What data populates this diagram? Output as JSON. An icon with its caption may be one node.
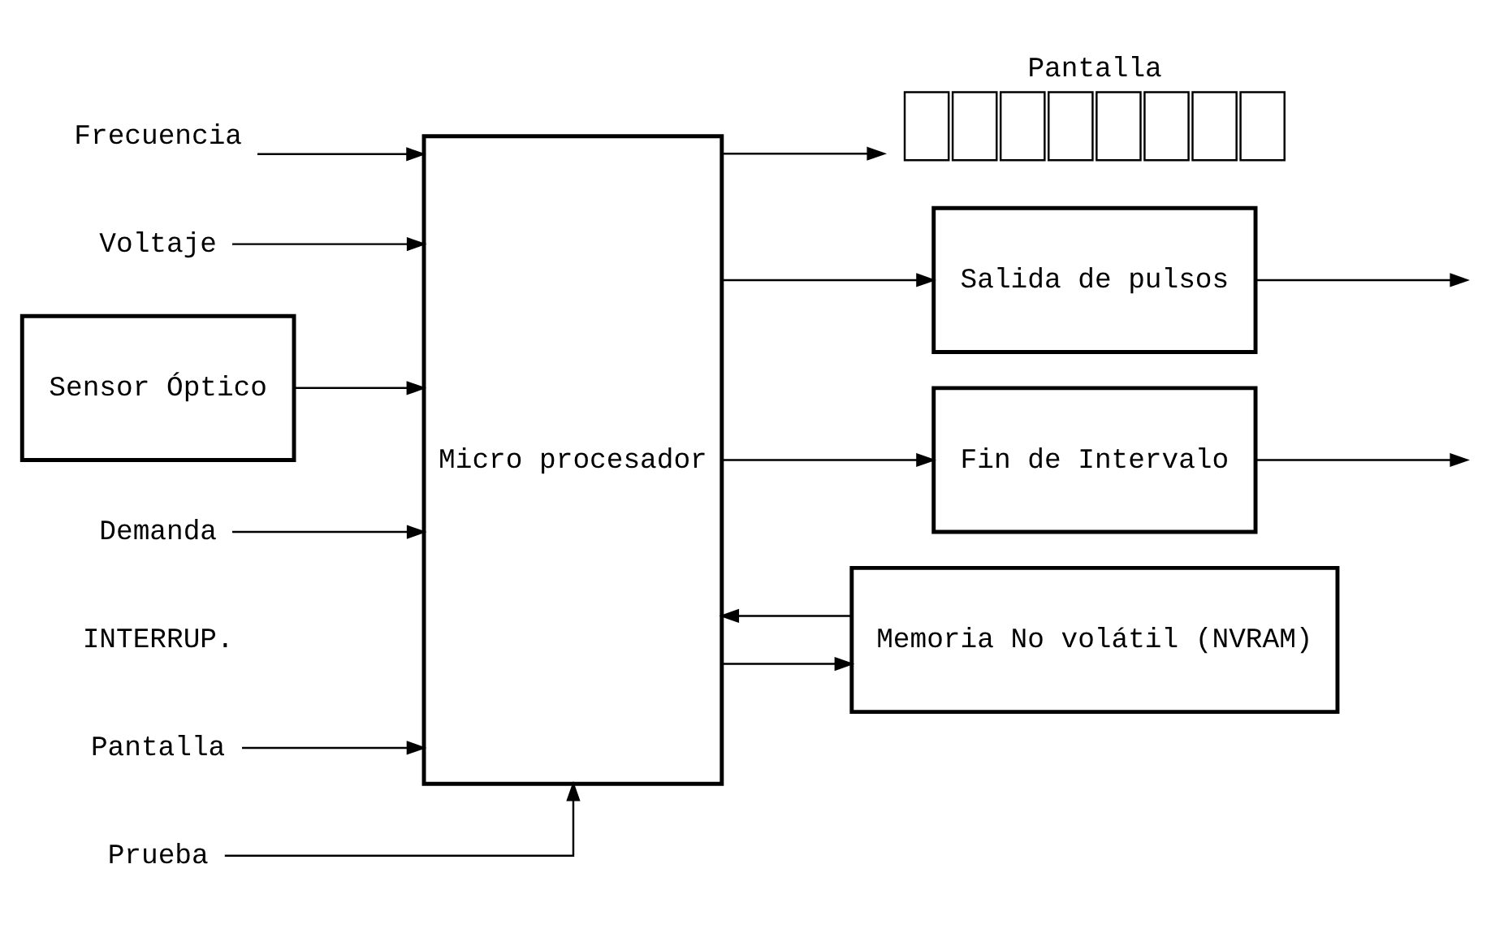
{
  "diagram": {
    "nodes": [
      {
        "text": [
          "Frecuencia"
        ]
      },
      {
        "text": [
          "Voltaje"
        ]
      },
      {
        "text": [
          "Sensor Óptico"
        ]
      },
      {
        "text": [
          "Micro procesador"
        ]
      },
      {
        "text": [
          "Pantalla"
        ]
      },
      {
        "text": [
          "Salida de pulsos"
        ]
      },
      {
        "text": [
          "Demanda"
        ]
      },
      {
        "text": [
          "Pantalla"
        ]
      },
      {
        "text": [
          "Prueba"
        ]
      },
      {
        "text": [
          "Fin de Intervalo"
        ]
      },
      {
        "text": [
          "Memoria No volátil (NVRAM)"
        ]
      }
    ],
    "edges": [
      {
        "from": 0,
        "to": 3,
        "arrow": "to"
      },
      {
        "from": 1,
        "to": 3,
        "arrow": "to"
      },
      {
        "from": 2,
        "to": 3,
        "arrow": "to"
      },
      {
        "from": 6,
        "to": 3,
        "arrow": "to"
      },
      {
        "from": 7,
        "to": 3,
        "arrow": "to"
      },
      {
        "from": 8,
        "to": 3,
        "arrow": "to"
      },
      {
        "from": 3,
        "to": 4,
        "arrow": "to"
      },
      {
        "from": 3,
        "to": 5,
        "arrow": "to"
      },
      {
        "from": 3,
        "to": 9,
        "arrow": "to"
      },
      {
        "from": 5,
        "to": null,
        "arrow": "to"
      },
      {
        "from": 9,
        "to": null,
        "arrow": "to"
      },
      {
        "from": 10,
        "to": 3,
        "arrow": "to"
      },
      {
        "from": 3,
        "to": 10,
        "arrow": "to"
      }
    ],
    "labels": [
      "INTERRUP."
    ]
  }
}
